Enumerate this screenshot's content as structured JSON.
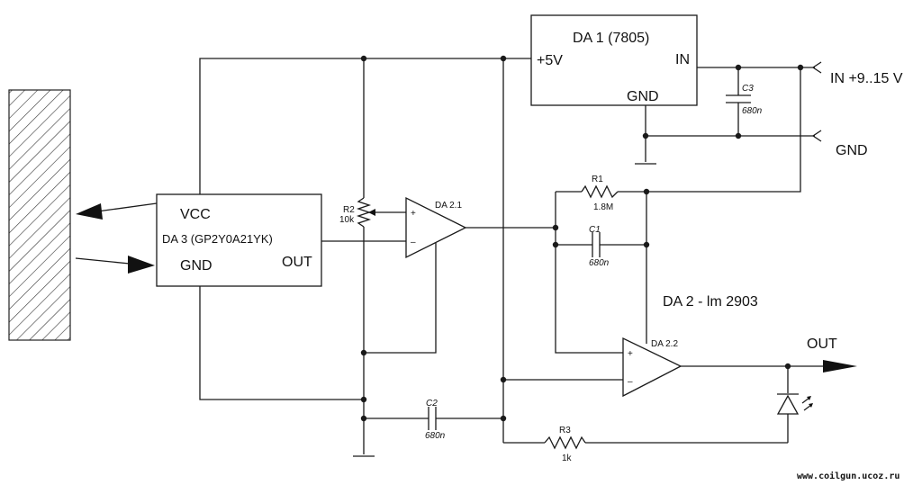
{
  "components": {
    "da1": {
      "title": "DA 1 (7805)",
      "pin_plus": "+5V",
      "pin_in": "IN",
      "pin_gnd": "GND"
    },
    "da3": {
      "pin_vcc": "VCC",
      "title": "DA 3 (GP2Y0A21YK)",
      "pin_gnd": "GND",
      "pin_out": "OUT"
    },
    "da21": {
      "label": "DA 2.1",
      "plus": "+",
      "minus": "–"
    },
    "da22": {
      "label": "DA 2.2",
      "plus": "+",
      "minus": "–"
    },
    "da2_note": "DA 2 - lm 2903",
    "r1": {
      "name": "R1",
      "value": "1.8M"
    },
    "r2": {
      "name": "R2",
      "value": "10k"
    },
    "r3": {
      "name": "R3",
      "value": "1k"
    },
    "c1": {
      "name": "C1",
      "value": "680n"
    },
    "c2": {
      "name": "C2",
      "value": "680n"
    },
    "c3": {
      "name": "C3",
      "value": "680n"
    }
  },
  "terminals": {
    "input": "IN +9..15 V",
    "gnd": "GND",
    "output": "OUT"
  },
  "watermark": "www.coilgun.ucoz.ru"
}
